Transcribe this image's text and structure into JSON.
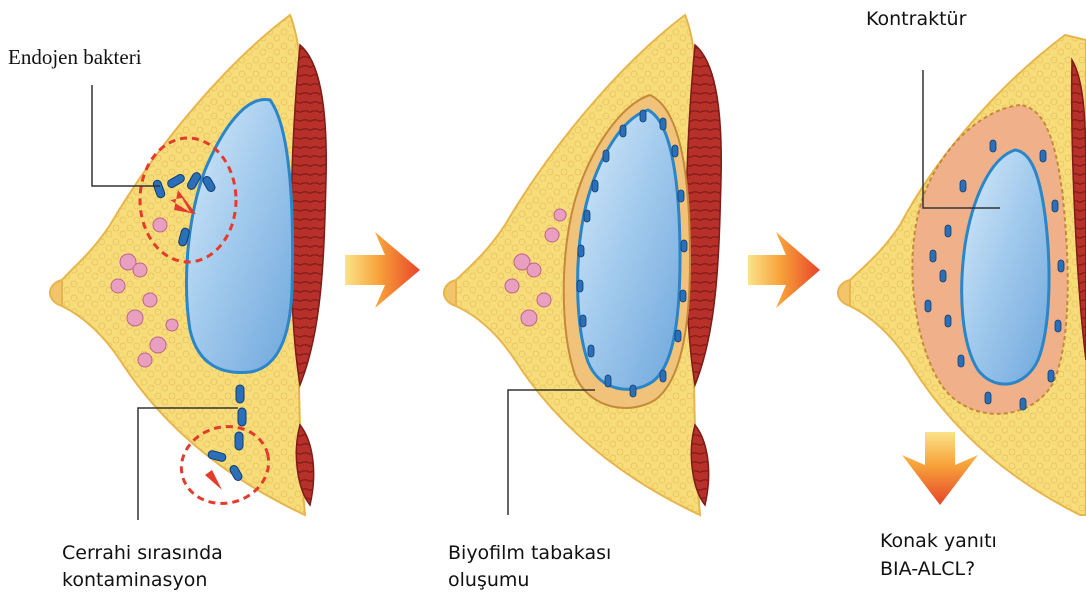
{
  "labels": {
    "endogenous_bacteria": "Endojen bakteri",
    "surgical_contamination_1": "Cerrahi sırasında",
    "surgical_contamination_2": "kontaminasyon",
    "biofilm_1": "Biyofilm tabakası",
    "biofilm_2": "oluşumu",
    "contracture": "Kontraktür",
    "host_response_1": "Konak yanıtı",
    "host_response_2": "BIA-ALCL?"
  },
  "colors": {
    "fat": "#f7dc7a",
    "fat_edge": "#e6b64c",
    "muscle": "#b8302a",
    "implant": "#9fc8ec",
    "implant_edge": "#2a86c8",
    "bacteria": "#2a6fb8",
    "lobule": "#e9a0c0",
    "dashed_circle": "#e53b2c",
    "arrow_start": "#f7c24a",
    "arrow_end": "#e8452a",
    "inflammation": "#f0b08a"
  },
  "icons": {
    "progress_arrow": "orange-gradient-arrow-right",
    "outcome_arrow": "orange-gradient-arrow-down"
  }
}
